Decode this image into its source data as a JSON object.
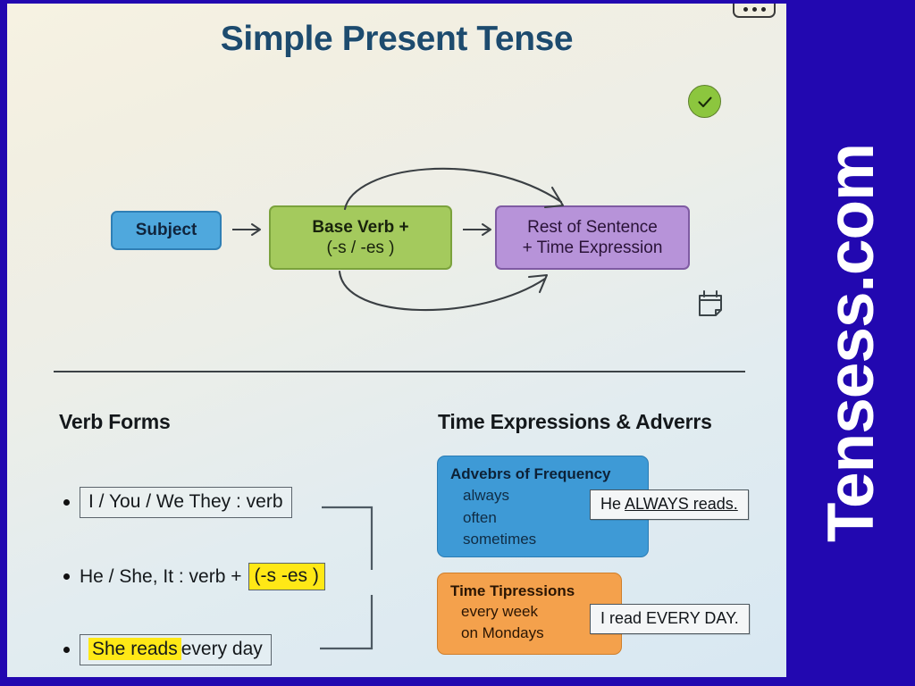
{
  "slide": {
    "title": "Simple Present Tense",
    "more_menu_label": "...",
    "check_icon": "check-circle-icon",
    "calendar_icon": "calendar-icon"
  },
  "colors": {
    "brand_blue": "#2208b0",
    "title_navy": "#1d4b6e",
    "subject_blue": "#4fa8dd",
    "verb_green": "#a4ca5d",
    "rest_purple": "#b793d9",
    "adverbs_blue": "#3e9ad6",
    "time_orange": "#f4a14c",
    "highlight_yellow": "#ffe816",
    "check_green": "#8cc63e"
  },
  "flow": {
    "subject": "Subject",
    "verb_line1": "Base Verb +",
    "verb_line2": "(-s / -es )",
    "rest_line1": "Rest of Sentence",
    "rest_line2": "+ Time Expression",
    "arrow": "→"
  },
  "verb_forms": {
    "heading": "Verb Forms",
    "bullets": [
      {
        "text": "I / You / We They : verb"
      },
      {
        "prefix": "He / She, It : verb +",
        "highlight": "(-s -es )"
      },
      {
        "highlight": "She reads",
        "suffix": "every day"
      }
    ]
  },
  "time_expressions": {
    "heading": "Time Expressions & Adverrs",
    "adverbs_card": {
      "title": "Advebrs of Frequency",
      "items": [
        "always",
        "often",
        "sometimes"
      ]
    },
    "time_card": {
      "title": "Time Tipressions",
      "items": [
        "every week",
        "on Mondays"
      ]
    },
    "callout_adverbs_pre": "He ",
    "callout_adverbs_underline": "ALWAYS reads.",
    "callout_time": "I read EVERY DAY."
  },
  "brand": {
    "site": "Tensess.com"
  }
}
